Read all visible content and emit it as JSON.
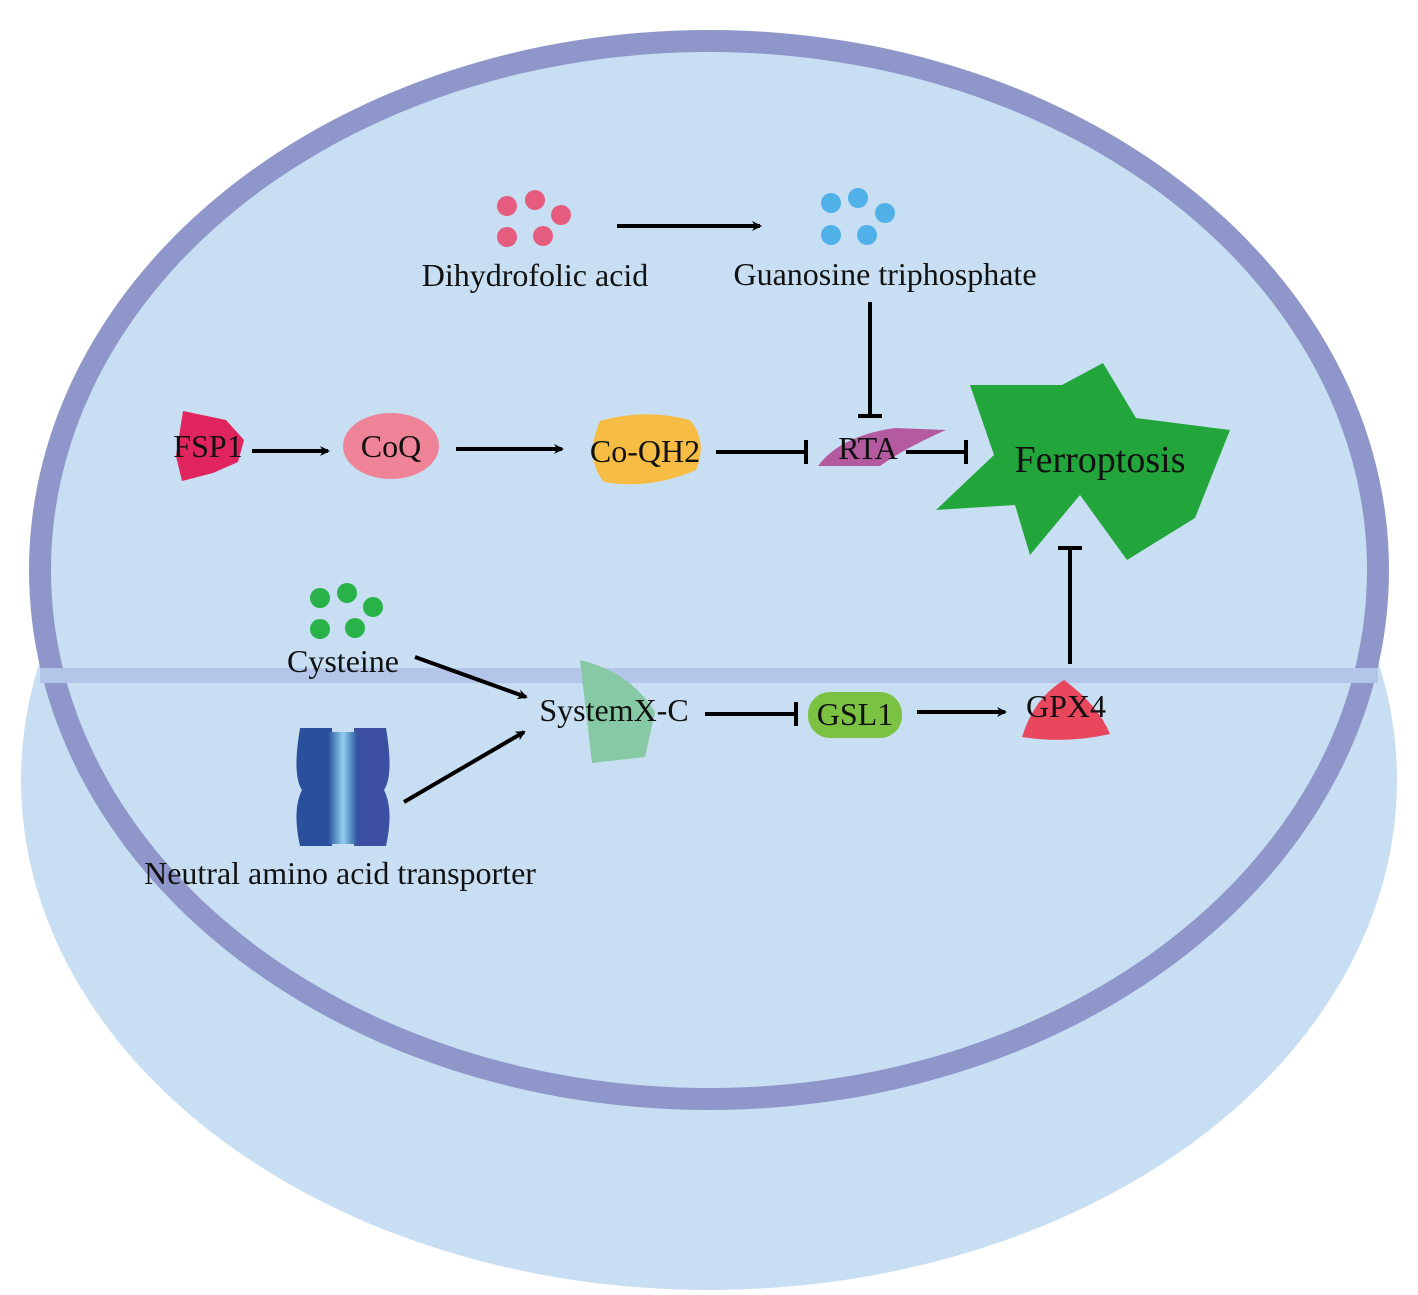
{
  "nodes": {
    "dihydrofolic_acid": "Dihydrofolic acid",
    "guanosine_triphosphate": "Guanosine triphosphate",
    "fsp1": "FSP1",
    "coq": "CoQ",
    "co_qh2": "Co-QH2",
    "rta": "RTA",
    "ferroptosis": "Ferroptosis",
    "cysteine": "Cysteine",
    "systemxc": "SystemX-C",
    "gsl1": "GSL1",
    "gpx4": "GPX4",
    "transporter": "Neutral amino acid transporter"
  },
  "colors": {
    "cell_fill": "#c8def3",
    "cell_rim": "#8f96c9",
    "membrane_line": "#b3c5e8",
    "dihydrofolic_dots": "#e55c7e",
    "gtp_dots": "#52b0e8",
    "cysteine_dots": "#2ab24a",
    "fsp1": "#e0245e",
    "coq": "#ef8398",
    "co_qh2": "#f7bc43",
    "rta": "#b45a9e",
    "ferroptosis": "#22a63b",
    "systemxc": "#87c9a5",
    "gsl1": "#7cc242",
    "gpx4": "#e8475e",
    "transporter_dark": "#2a4f9c",
    "transporter_light": "#8fd1ee"
  },
  "edges": [
    {
      "from": "Dihydrofolic acid",
      "to": "Guanosine triphosphate",
      "type": "activation"
    },
    {
      "from": "Guanosine triphosphate",
      "to": "RTA",
      "type": "inhibition"
    },
    {
      "from": "FSP1",
      "to": "CoQ",
      "type": "activation"
    },
    {
      "from": "CoQ",
      "to": "Co-QH2",
      "type": "activation"
    },
    {
      "from": "Co-QH2",
      "to": "RTA",
      "type": "inhibition"
    },
    {
      "from": "RTA",
      "to": "Ferroptosis",
      "type": "inhibition"
    },
    {
      "from": "Cysteine",
      "to": "SystemX-C",
      "type": "activation"
    },
    {
      "from": "Neutral amino acid transporter",
      "to": "SystemX-C",
      "type": "activation"
    },
    {
      "from": "SystemX-C",
      "to": "GSL1",
      "type": "inhibition"
    },
    {
      "from": "GSL1",
      "to": "GPX4",
      "type": "activation"
    },
    {
      "from": "GPX4",
      "to": "Ferroptosis",
      "type": "inhibition"
    }
  ]
}
